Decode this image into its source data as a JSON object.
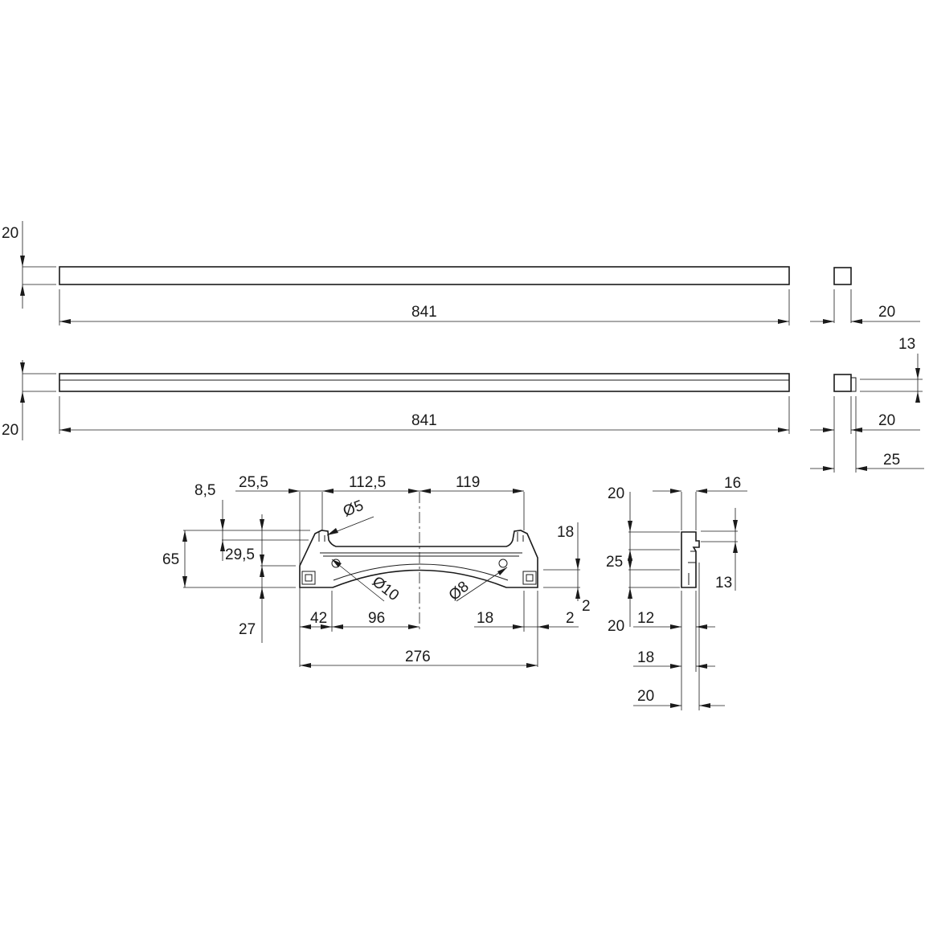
{
  "bar_top": {
    "length": "841",
    "height": "20",
    "section_width": "20"
  },
  "bar_bottom": {
    "length": "841",
    "height": "20",
    "section_width": "20",
    "section_overall": "25",
    "offset": "13"
  },
  "bracket_front": {
    "d_top_offset": "8,5",
    "d_edge_to_hole": "25,5",
    "d_hole_to_center": "112,5",
    "d_center_to_right": "119",
    "d_height": "65",
    "d_mid_height": "29,5",
    "d_bottom_height": "27",
    "d_right_height": "18",
    "d_right_small": "2",
    "d_left_42": "42",
    "d_left_96": "96",
    "d_right_18": "18",
    "d_right_2": "2",
    "d_total": "276",
    "hole_small": "Ø5",
    "hole_large": "Ø10",
    "hole_mid": "Ø8"
  },
  "bracket_side": {
    "d_top": "20",
    "d_top_width": "16",
    "d_middle": "25",
    "d_right": "13",
    "d_bottom": "20",
    "d_12": "12",
    "d_18": "18",
    "d_20": "20"
  }
}
